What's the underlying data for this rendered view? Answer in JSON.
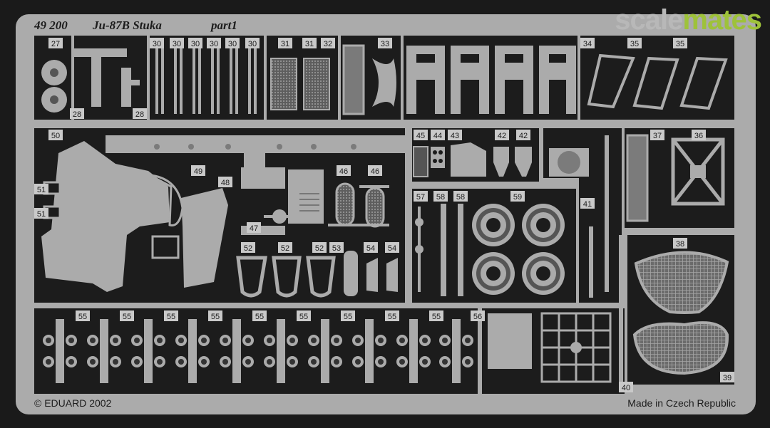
{
  "header": {
    "code": "49 200",
    "title": "Ju-87B Stuka",
    "part": "part1"
  },
  "watermark": {
    "part1": "scale",
    "part2": "mates",
    "color1": "#b8b8b8",
    "color2": "#9ec23a"
  },
  "footer": {
    "copyright": "© EDUARD 2002",
    "origin": "Made in Czech Republic"
  },
  "colors": {
    "metal": "#ababab",
    "background": "#1a1a1a",
    "mesh": "#6d6d6d"
  },
  "part_numbers": {
    "row1": [
      "27",
      "28",
      "28",
      "30",
      "30",
      "30",
      "30",
      "30",
      "30",
      "31",
      "31",
      "32",
      "33",
      "34",
      "35",
      "35"
    ],
    "middle": [
      "50",
      "51",
      "51",
      "49",
      "48",
      "47",
      "46",
      "46",
      "45",
      "44",
      "43",
      "42",
      "42",
      "37",
      "36",
      "41",
      "57",
      "58",
      "58",
      "59",
      "52",
      "52",
      "52",
      "53",
      "54",
      "54",
      "38"
    ],
    "bottom": [
      "55",
      "55",
      "55",
      "55",
      "55",
      "55",
      "55",
      "55",
      "55",
      "56",
      "39",
      "40"
    ]
  }
}
